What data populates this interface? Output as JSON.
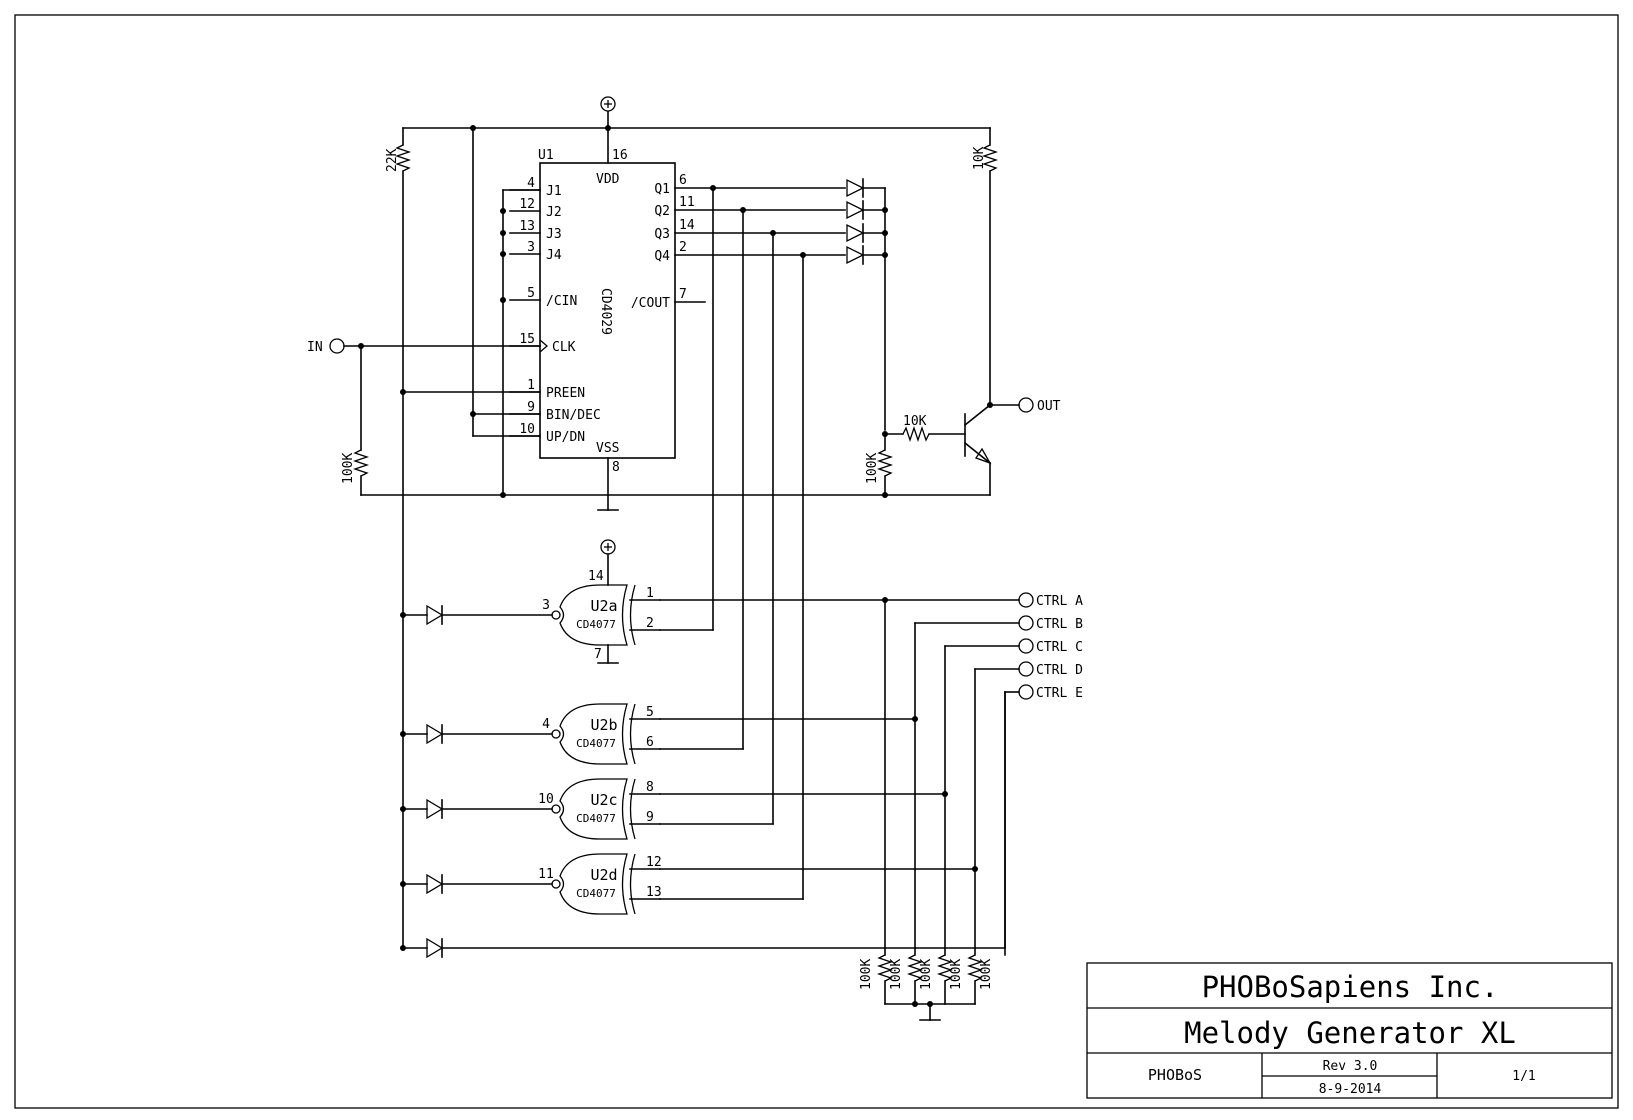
{
  "titleblock": {
    "company": "PHOBoSapiens Inc.",
    "title": "Melody Generator XL",
    "author": "PHOBoS",
    "rev": "Rev 3.0",
    "date": "8-9-2014",
    "sheet": "1/1"
  },
  "u1": {
    "ref": "U1",
    "part": "CD4029",
    "vdd": "VDD",
    "vss": "VSS",
    "pin_vdd": "16",
    "pin_vss": "8",
    "left_pins": [
      {
        "num": "4",
        "name": "J1"
      },
      {
        "num": "12",
        "name": "J2"
      },
      {
        "num": "13",
        "name": "J3"
      },
      {
        "num": "3",
        "name": "J4"
      },
      {
        "num": "5",
        "name": "/CIN"
      },
      {
        "num": "15",
        "name": "CLK"
      },
      {
        "num": "1",
        "name": "PREEN"
      },
      {
        "num": "9",
        "name": "BIN/DEC"
      },
      {
        "num": "10",
        "name": "UP/DN"
      }
    ],
    "right_pins": [
      {
        "num": "6",
        "name": "Q1"
      },
      {
        "num": "11",
        "name": "Q2"
      },
      {
        "num": "14",
        "name": "Q3"
      },
      {
        "num": "2",
        "name": "Q4"
      },
      {
        "num": "7",
        "name": "/COUT"
      }
    ]
  },
  "gates": [
    {
      "ref": "U2a",
      "part": "CD4077",
      "out": "3",
      "in1": "1",
      "in2": "2",
      "vcc": "14",
      "gnd": "7"
    },
    {
      "ref": "U2b",
      "part": "CD4077",
      "out": "4",
      "in1": "5",
      "in2": "6"
    },
    {
      "ref": "U2c",
      "part": "CD4077",
      "out": "10",
      "in1": "8",
      "in2": "9"
    },
    {
      "ref": "U2d",
      "part": "CD4077",
      "out": "11",
      "in1": "12",
      "in2": "13"
    }
  ],
  "resistors": {
    "r22k": "22K",
    "r10k_top": "10K",
    "r100k_in": "100K",
    "r10k_base": "10K",
    "r100k_base": "100K",
    "ctrl": [
      "100K",
      "100K",
      "100K",
      "100K",
      "100K"
    ]
  },
  "ports": {
    "in": "IN",
    "out": "OUT",
    "ctrl": [
      "CTRL A",
      "CTRL B",
      "CTRL C",
      "CTRL D",
      "CTRL E"
    ]
  },
  "symbols": {
    "plus": "+"
  },
  "colors": {
    "ink": "#000000",
    "paper": "#ffffff"
  }
}
